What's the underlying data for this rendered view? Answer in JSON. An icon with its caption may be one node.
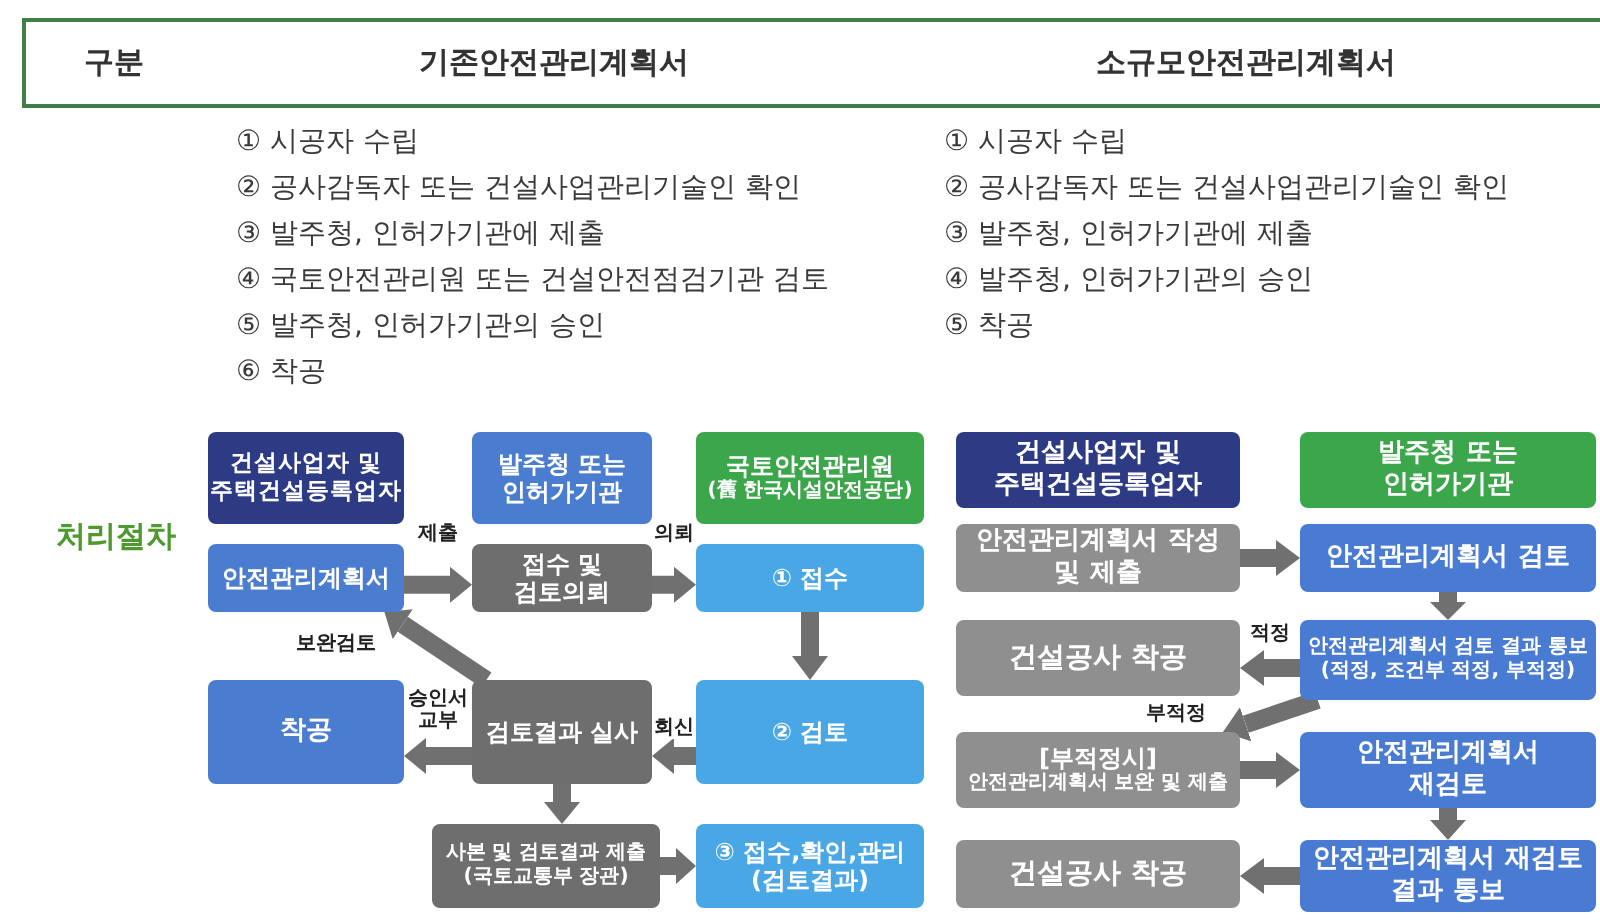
{
  "diagram": {
    "nodes": [
      {
        "text": [
          "구분",
          "기존안전관리계획서",
          "소규모안전관리계획서"
        ]
      },
      {
        "text": [
          "건설사업자 및 주택건설등록업자"
        ]
      },
      {
        "text": [
          "발주청 또는 인허가기관"
        ]
      },
      {
        "text": [
          "국토안전관리원",
          "(舊 한국시설안전공단)"
        ]
      },
      {
        "text": [
          "안전관리계획서"
        ]
      },
      {
        "text": [
          "접수 및 검토의뢰"
        ]
      },
      {
        "text": [
          "① 접수"
        ]
      },
      {
        "text": [
          "착공"
        ]
      },
      {
        "text": [
          "검토결과 실사"
        ]
      },
      {
        "text": [
          "② 검토"
        ]
      },
      {
        "text": [
          "사본 및 검토결과 제출 (국토교통부 장관)"
        ]
      },
      {
        "text": [
          "③ 접수,확인,관리 (검토결과)"
        ]
      },
      {
        "text": [
          "건설사업자 및 주택건설등록업자"
        ]
      },
      {
        "text": [
          "발주청 또는 인허가기관"
        ]
      },
      {
        "text": [
          "안전관리계획서 작성 및 제출"
        ]
      },
      {
        "text": [
          "안전관리계획서 검토"
        ]
      },
      {
        "text": [
          "건설공사 착공"
        ]
      },
      {
        "text": [
          "안전관리계획서 검토 결과 통보 (적정, 조건부 적정, 부적정)"
        ]
      },
      {
        "text": [
          "[부적정시]",
          "안전관리계획서 보완 및 제출"
        ]
      },
      {
        "text": [
          "안전관리계획서 재검토"
        ]
      },
      {
        "text": [
          "건설공사 착공"
        ]
      },
      {
        "text": [
          "안전관리계획서 재검토 결과 통보"
        ]
      }
    ],
    "edges": [
      {
        "from": 4,
        "to": 5,
        "arrow": "to",
        "label": "제출"
      },
      {
        "from": 5,
        "to": 6,
        "arrow": "to",
        "label": "의뢰"
      },
      {
        "from": 6,
        "to": 9,
        "arrow": "to"
      },
      {
        "from": 9,
        "to": 8,
        "arrow": "to",
        "label": "회신"
      },
      {
        "from": 8,
        "to": 7,
        "arrow": "to",
        "label": "승인서 교부"
      },
      {
        "from": 8,
        "to": 4,
        "arrow": "to",
        "label": "보완검토"
      },
      {
        "from": 8,
        "to": 10,
        "arrow": "to"
      },
      {
        "from": 10,
        "to": 11,
        "arrow": "to"
      },
      {
        "from": 14,
        "to": 15,
        "arrow": "to"
      },
      {
        "from": 15,
        "to": 17,
        "arrow": "to"
      },
      {
        "from": 17,
        "to": 16,
        "arrow": "to",
        "label": "적정"
      },
      {
        "from": 17,
        "to": 18,
        "arrow": "to",
        "label": "부적정"
      },
      {
        "from": 18,
        "to": 19,
        "arrow": "to"
      },
      {
        "from": 19,
        "to": 21,
        "arrow": "to"
      },
      {
        "from": 21,
        "to": 20,
        "arrow": "to"
      }
    ],
    "labels": [
      "① 시공자 수립",
      "② 공사감독자 또는 건설사업관리기술인 확인",
      "③ 발주청, 인허가기관에 제출",
      "④ 국토안전관리원 또는 건설안전점검기관 검토",
      "⑤ 발주청, 인허가기관의 승인",
      "⑥ 착공",
      "① 시공자 수립",
      "② 공사감독자 또는 건설사업관리기술인 확인",
      "③ 발주청, 인허가기관에 제출",
      "④ 발주청, 인허가기관의 승인",
      "⑤ 착공",
      "처리절차"
    ]
  }
}
